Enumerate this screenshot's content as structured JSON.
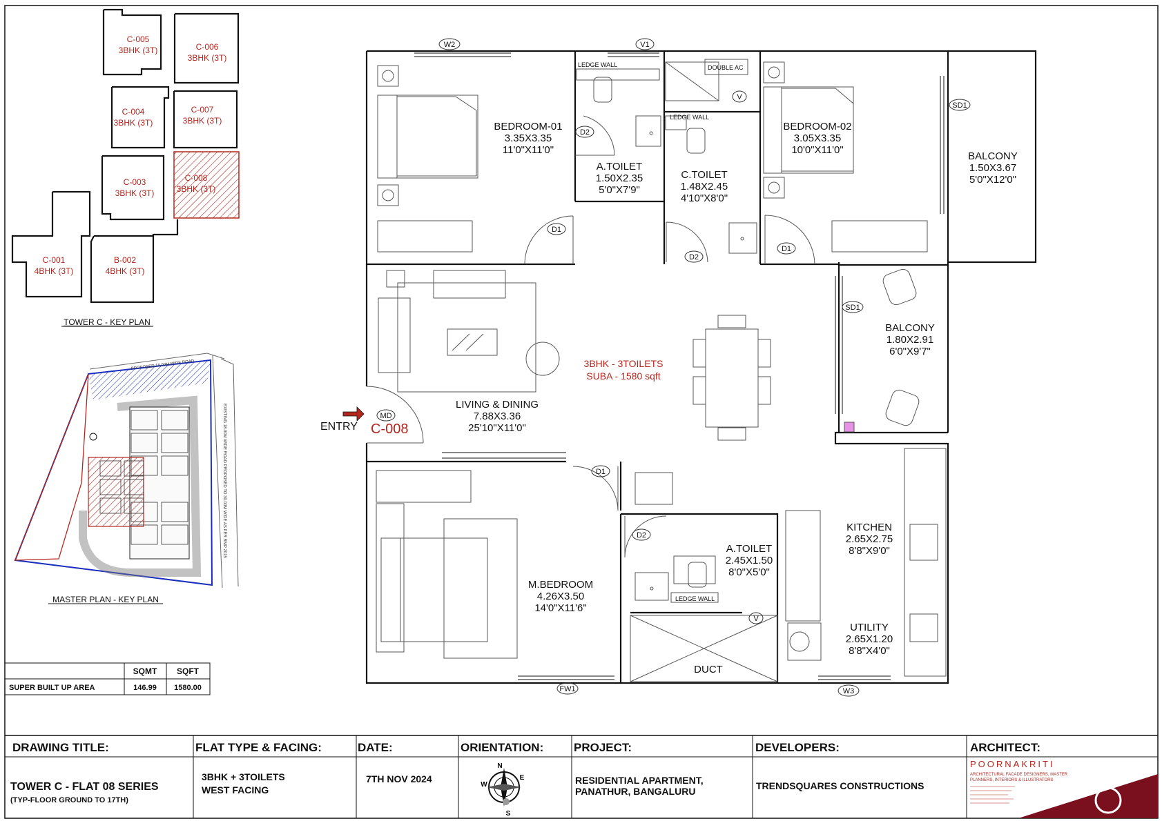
{
  "key_plan": {
    "title": "TOWER C - KEY PLAN",
    "units": [
      {
        "id": "C-005",
        "type": "3BHK (3T)"
      },
      {
        "id": "C-006",
        "type": "3BHK (3T)"
      },
      {
        "id": "C-004",
        "type": "3BHK (3T)"
      },
      {
        "id": "C-007",
        "type": "3BHK (3T)"
      },
      {
        "id": "C-003",
        "type": "3BHK (3T)"
      },
      {
        "id": "C-008",
        "type": "3BHK (3T)"
      },
      {
        "id": "C-001",
        "type": "4BHK (3T)"
      },
      {
        "id": "B-002",
        "type": "4BHK (3T)"
      }
    ]
  },
  "master_plan": {
    "title": "MASTER PLAN - KEY PLAN",
    "road_top": "PROPOSED 18.00M WIDE ROAD",
    "road_right": "EXISTING 18.00M WIDE ROAD PROPOSED TO 30.00M WIDE AS PER RMP 2015"
  },
  "area_table": {
    "headers": [
      "SQMT",
      "SQFT"
    ],
    "row_label": "SUPER BUILT UP AREA",
    "sqmt": "146.99",
    "sqft": "1580.00"
  },
  "floor_plan": {
    "rooms": {
      "bedroom01": {
        "name": "BEDROOM-01",
        "metric": "3.35X3.35",
        "imperial": "11'0\"X11'0\""
      },
      "atoilet1": {
        "name": "A.TOILET",
        "metric": "1.50X2.35",
        "imperial": "5'0\"X7'9\""
      },
      "ctoilet": {
        "name": "C.TOILET",
        "metric": "1.48X2.45",
        "imperial": "4'10\"X8'0\""
      },
      "bedroom02": {
        "name": "BEDROOM-02",
        "metric": "3.05X3.35",
        "imperial": "10'0\"X11'0\""
      },
      "balcony1": {
        "name": "BALCONY",
        "metric": "1.50X3.67",
        "imperial": "5'0\"X12'0\""
      },
      "balcony2": {
        "name": "BALCONY",
        "metric": "1.80X2.91",
        "imperial": "6'0\"X9'7\""
      },
      "living": {
        "name": "LIVING & DINING",
        "metric": "7.88X3.36",
        "imperial": "25'10\"X11'0\""
      },
      "mbedroom": {
        "name": "M.BEDROOM",
        "metric": "4.26X3.50",
        "imperial": "14'0\"X11'6\""
      },
      "atoilet2": {
        "name": "A.TOILET",
        "metric": "2.45X1.50",
        "imperial": "8'0\"X5'0\""
      },
      "kitchen": {
        "name": "KITCHEN",
        "metric": "2.65X2.75",
        "imperial": "8'8\"X9'0\""
      },
      "utility": {
        "name": "UTILITY",
        "metric": "2.65X1.20",
        "imperial": "8'8\"X4'0\""
      },
      "duct": {
        "name": "DUCT"
      }
    },
    "flat_summary": {
      "line1": "3BHK - 3TOILETS",
      "line2": "SUBA - 1580 sqft"
    },
    "entry_label": "ENTRY",
    "unit_label": "C-008",
    "tags": {
      "w2": "W2",
      "v1": "V1",
      "v": "V",
      "sd1": "SD1",
      "d1": "D1",
      "d2": "D2",
      "md": "MD",
      "fw1": "FW1",
      "w3": "W3"
    },
    "notes": {
      "ledge_wall": "LEDGE WALL",
      "double_ac": "DOUBLE AC"
    }
  },
  "title_block": {
    "drawing_title": {
      "header": "DRAWING TITLE:",
      "line1": "TOWER C - FLAT 08 SERIES",
      "line2": "(TYP-FLOOR GROUND TO 17TH)"
    },
    "flat_type": {
      "header": "FLAT TYPE & FACING:",
      "line1": "3BHK + 3TOILETS",
      "line2": "WEST FACING"
    },
    "date": {
      "header": "DATE:",
      "value": "7TH NOV 2024"
    },
    "orientation": {
      "header": "ORIENTATION:",
      "n": "N",
      "s": "S",
      "e": "E",
      "w": "W"
    },
    "project": {
      "header": "PROJECT:",
      "line1": "RESIDENTIAL APARTMENT,",
      "line2": "PANATHUR, BANGALURU"
    },
    "developers": {
      "header": "DEVELOPERS:",
      "value": "TRENDSQUARES CONSTRUCTIONS"
    },
    "architect": {
      "header": "ARCHITECT:",
      "name": "POORNAKRITI",
      "tagline1": "ARCHITECTURAL FACADE DESIGNERS, MASTER",
      "tagline2": "PLANNERS, INTERIORS & ILLUSTRATORS"
    }
  },
  "colors": {
    "accent_red": "#b3261e",
    "hatch_red": "#b3261e",
    "boundary_blue": "#1a2fbf",
    "marker_magenta": "#d64bd6"
  }
}
